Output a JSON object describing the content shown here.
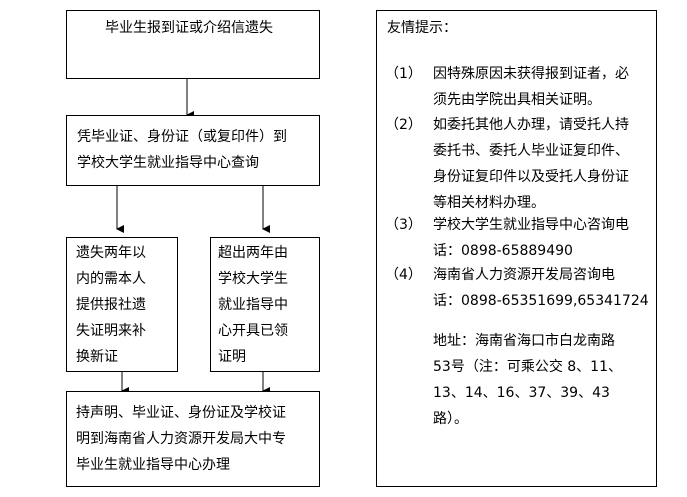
{
  "flow": {
    "step1": "毕业生报到证或介绍信遗失",
    "step2": "凭毕业证、身份证（或复印件）到\n学校大学生就业指导中心查询",
    "branch_left": "遗失两年以\n内的需本人\n提供报社遗\n失证明来补\n换新证",
    "branch_right": "超出两年由\n学校大学生\n就业指导中\n心开具已领\n证明",
    "step3": "持声明、毕业证、身份证及学校证\n明到海南省人力资源开发局大中专\n毕业生就业指导中心办理"
  },
  "tips": {
    "title": "友情提示：",
    "items": [
      {
        "num": "（1）",
        "text": "因特殊原因未获得报到证者，必\n须先由学院出具相关证明。"
      },
      {
        "num": "（2）",
        "text": "如委托其他人办理，请受托人持\n委托书、委托人毕业证复印件、\n身份证复印件以及受托人身份证\n等相关材料办理。"
      },
      {
        "num": "（3）",
        "text": "学校大学生就业指导中心咨询电\n话：0898-65889490"
      },
      {
        "num": "（4）",
        "text": "海南省人力资源开发局咨询电\n话：0898-65351699,65341724"
      }
    ],
    "address": "地址：海南省海口市白龙南路\n53号（注：可乘公交 8、11、\n13、14、16、37、39、43\n路）。"
  }
}
